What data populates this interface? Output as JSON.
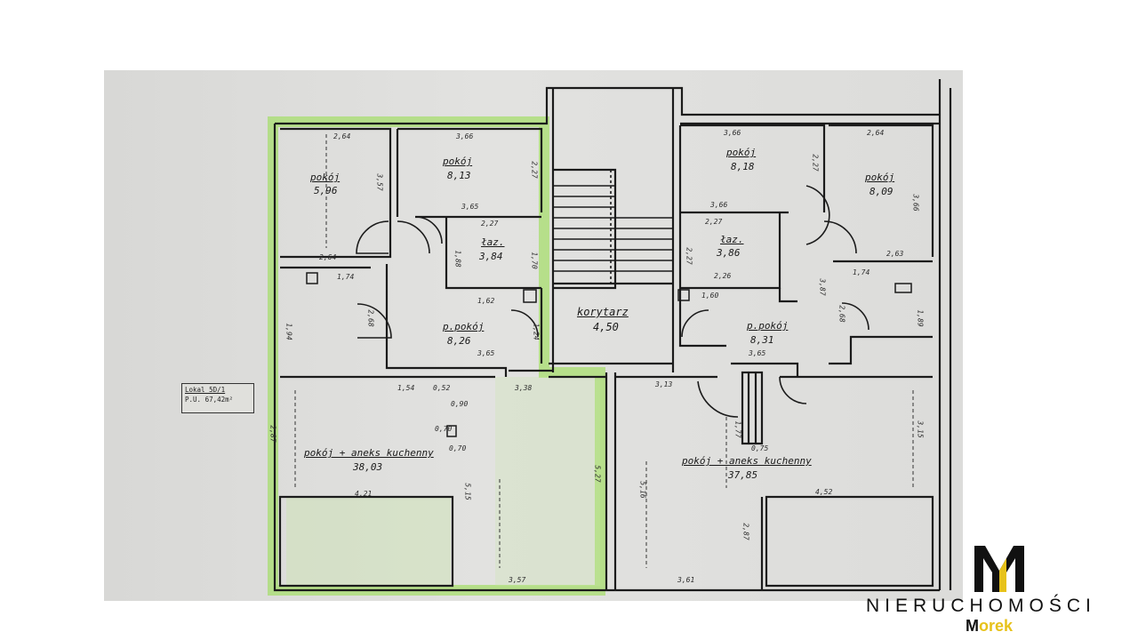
{
  "plan": {
    "lokal_line1": "Lokal 5D/1",
    "lokal_line2": "P.U. 67,42m²",
    "rooms": {
      "r1": {
        "name": "pokój",
        "area": "5,96"
      },
      "r2": {
        "name": "pokój",
        "area": "8,13"
      },
      "r3": {
        "name": "łaz.",
        "area": "3,84"
      },
      "r4": {
        "name": "p.pokój",
        "area": "8,26"
      },
      "r5": {
        "name": "korytarz",
        "area": "4,50"
      },
      "r6": {
        "name": "pokój",
        "area": "8,18"
      },
      "r7": {
        "name": "pokój",
        "area": "8,09"
      },
      "r8": {
        "name": "łaz.",
        "area": "3,86"
      },
      "r9": {
        "name": "p.pokój",
        "area": "8,31"
      },
      "r10": {
        "name": "pokój + aneks kuchenny",
        "area": "38,03"
      },
      "r11": {
        "name": "pokój + aneks kuchenny",
        "area": "37,85"
      }
    },
    "dims": {
      "d1": "2,64",
      "d2": "3,66",
      "d3": "3,66",
      "d4": "2,64",
      "d5": "3,65",
      "d6": "2,27",
      "d7": "3,66",
      "d8": "2,27",
      "d9": "2,64",
      "d10": "1,74",
      "d11": "2,26",
      "d12": "1,74",
      "d13": "2,63",
      "d14": "1,62",
      "d15": "1,60",
      "d16": "3,65",
      "d17": "3,65",
      "d18": "1,54",
      "d19": "0,52",
      "d20": "3,38",
      "d21": "3,13",
      "d22": "4,21",
      "d23": "4,52",
      "d24": "3,57",
      "d25": "3,61",
      "d26": "0,90",
      "d27": "0,70",
      "d28": "0,70",
      "d29": "0,75"
    },
    "vdims": {
      "v1": "3,57",
      "v2": "2,27",
      "v3": "1,88",
      "v4": "1,70",
      "v5": "2,27",
      "v6": "2,27",
      "v7": "3,87",
      "v8": "3,66",
      "v9": "2,68",
      "v10": "2,68",
      "v11": "5,15",
      "v12": "5,27",
      "v13": "5,16",
      "v14": "2,87",
      "v15": "2,87",
      "v16": "3,15",
      "v17": "1,94",
      "v18": "1,24",
      "v19": "1,89",
      "v20": "1,77"
    }
  },
  "logo": {
    "company": "NIERUCHOMOŚCI",
    "sub_initial": "M",
    "sub_rest": "orek"
  }
}
